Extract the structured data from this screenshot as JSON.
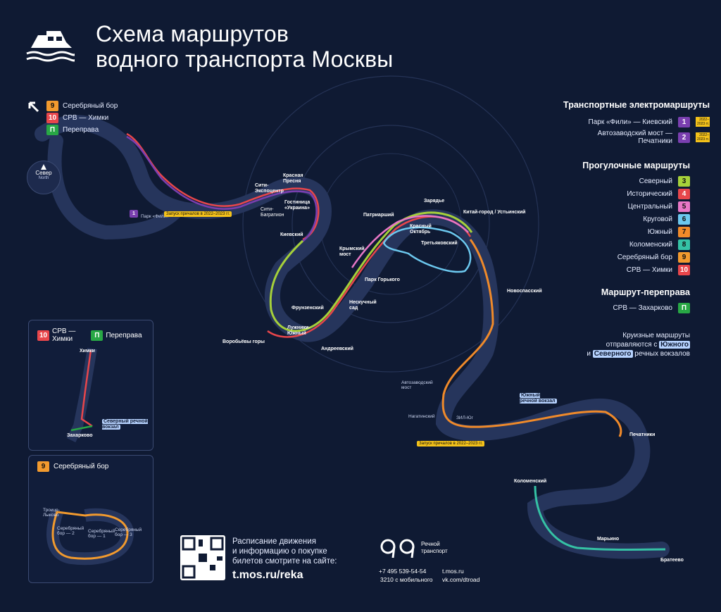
{
  "header": {
    "title_line1": "Схема маршрутов",
    "title_line2": "водного транспорта Москвы"
  },
  "compass": {
    "label_ru": "Север",
    "label_en": "North"
  },
  "top_left_legend": [
    {
      "num": "9",
      "label": "Серебряный бор",
      "color": "#f29a2e"
    },
    {
      "num": "10",
      "label": "СРВ — Химки",
      "color": "#e8464b"
    },
    {
      "num": "П",
      "label": "Переправа",
      "color": "#28a745"
    }
  ],
  "electro": {
    "heading": "Транспортные электромаршруты",
    "items": [
      {
        "label": "Парк «Фили» — Киевский",
        "num": "1",
        "note": "2022–2023 гг.",
        "color": "#7a3fb0"
      },
      {
        "label": "Автозаводский мост — Печатники",
        "num": "2",
        "note": "2022–2023 гг.",
        "color": "#7a3fb0"
      }
    ]
  },
  "walking": {
    "heading": "Прогулочные маршруты",
    "items": [
      {
        "label": "Северный",
        "num": "3",
        "color": "#a6d13a"
      },
      {
        "label": "Исторический",
        "num": "4",
        "color": "#e8464b"
      },
      {
        "label": "Центральный",
        "num": "5",
        "color": "#e877c6"
      },
      {
        "label": "Круговой",
        "num": "6",
        "color": "#6cc8ef"
      },
      {
        "label": "Южный",
        "num": "7",
        "color": "#f08a2a"
      },
      {
        "label": "Коломенский",
        "num": "8",
        "color": "#35c2a5"
      },
      {
        "label": "Серебряный бор",
        "num": "9",
        "color": "#f29a2e"
      },
      {
        "label": "СРВ — Химки",
        "num": "10",
        "color": "#e8464b"
      }
    ]
  },
  "ferry": {
    "heading": "Маршрут-переправа",
    "label": "СРВ — Захарково",
    "num": "П",
    "color": "#28a745"
  },
  "cruise": {
    "line1": "Круизные маршруты",
    "line2": "отправляются с",
    "south": "Южного",
    "line3_pre": "и",
    "north": "Северного",
    "line3_post": "речных вокзалов"
  },
  "inset1": {
    "num_a": "10",
    "label_a": "СРВ —\nХимки",
    "num_b": "П",
    "label_b": "Переправа",
    "stops": [
      "Химки",
      "Северный речной вокзал",
      "Захарково"
    ]
  },
  "inset2": {
    "num": "9",
    "label": "Серебряный бор",
    "stops": [
      "Троице-Лыково",
      "Серебряный бор — 2",
      "Серебряный бор — 1",
      "Серебряный бор — 3"
    ]
  },
  "info": {
    "text": "Расписание движения\nи информацию о покупке\nбилетов смотрите на сайте:",
    "url": "t.mos.ru/reka"
  },
  "brand": {
    "name": "Речной\nтранспорт",
    "phone1": "+7 495 539-54-54",
    "phone2": "3210 с мобильного",
    "site1": "t.mos.ru",
    "site2": "vk.com/dtroad"
  },
  "stations": {
    "park_fili": "Парк «Фили»",
    "city_expo": "Сити-\nЭкспоцентр",
    "city_bagration": "Сити-\nБагратион",
    "ukraine": "Гостиница\n«Украина»",
    "krasnaya": "Красная\nПресня",
    "kievsky": "Киевский",
    "patriarch": "Патриарший",
    "zaryadye": "Зарядье",
    "kitay": "Китай-город / Устьинский",
    "krasny_oktyabr": "Красный\nОктябрь",
    "tretyakov": "Третьяковский",
    "krymsky": "Крымский\nмост",
    "gorky": "Парк Горького",
    "neskuchny": "Нескучный\nсад",
    "frunzensky": "Фрунзенский",
    "luzhniki": "Лужники-\nЮжный",
    "vorobyovy": "Воробьёвы горы",
    "andreevsky": "Андреевский",
    "novospassky": "Новоспасский",
    "avtozavodsky": "Автозаводский\nмост",
    "nagatinsky": "Нагатинский",
    "zil_yug": "ЗИЛ-Юг",
    "south_terminal": "Южный\nречной вокзал",
    "pechatniki": "Печатники",
    "kolomensky": "Коломенский",
    "maryino": "Марьино",
    "brateevo": "Братеево",
    "launch1": "Запуск причалов в 2022–2023 гг.",
    "launch2": "Запуск причалов в 2022–2023 гг."
  }
}
